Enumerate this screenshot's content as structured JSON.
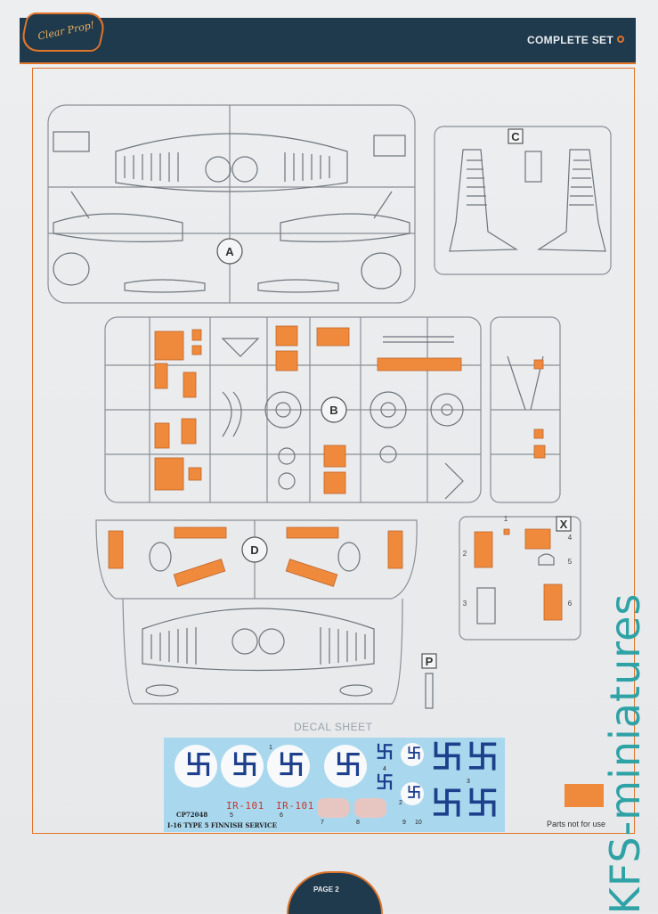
{
  "header": {
    "brand_logo_text": "Clear Prop!",
    "title": "COMPLETE SET"
  },
  "sprues": {
    "labels": [
      "A",
      "B",
      "C",
      "D",
      "X",
      "P"
    ],
    "x_numbers": [
      "1",
      "2",
      "3",
      "4",
      "5",
      "6"
    ]
  },
  "decal_sheet": {
    "title": "DECAL SHEET",
    "product_code": "CP72048",
    "service_text": "I-16 TYPE 5 FINNISH SERVICE",
    "registration": "IR-101",
    "swastika_glyph": "卐",
    "tail_glyph": "卐",
    "numbers": [
      "1",
      "2",
      "3",
      "4",
      "5",
      "6",
      "7",
      "8",
      "9",
      "10"
    ]
  },
  "legend": {
    "label": "Parts not for use",
    "color": "#ef8a3c"
  },
  "watermark": "KFS-miniatures",
  "footer": {
    "page_label": "PAGE 2"
  },
  "colors": {
    "accent": "#e0742a",
    "header": "#1f3a4d",
    "decal_blue": "#1d3f8c",
    "decal_bg": "#a9d8ee"
  }
}
